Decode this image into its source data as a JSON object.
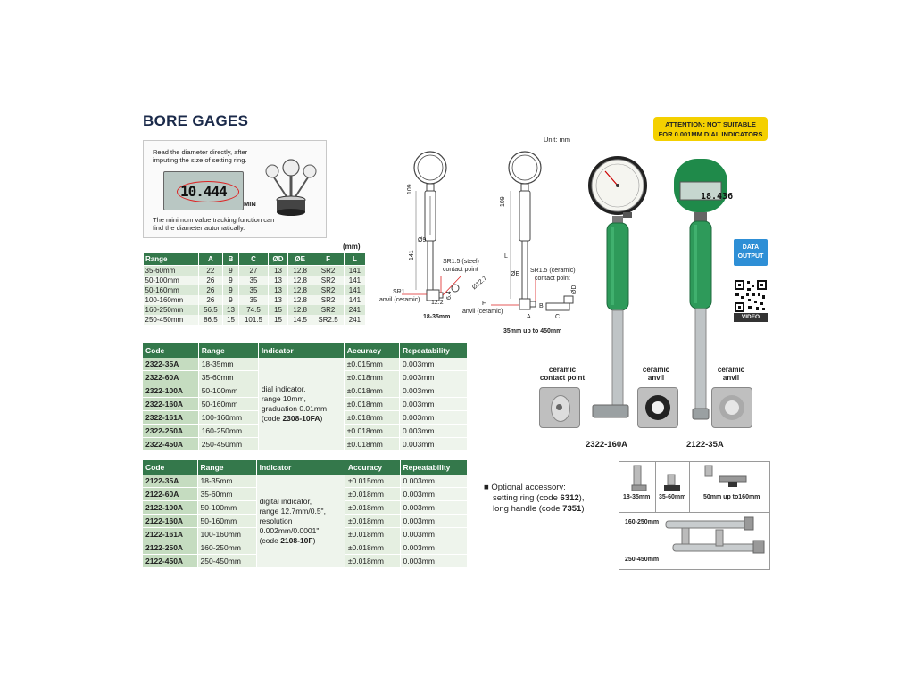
{
  "title": "BORE GAGES",
  "info": {
    "top_text": "Read the diameter directly, after imputing the size of setting ring.",
    "lcd_value": "10.444",
    "min_label": "MIN",
    "bottom_text": "The minimum value tracking function can find the diameter automatically."
  },
  "dim_unit": "(mm)",
  "dim_table": {
    "headers": [
      "Range",
      "A",
      "B",
      "C",
      "ØD",
      "ØE",
      "F",
      "L"
    ],
    "rows": [
      [
        "35-60mm",
        "22",
        "9",
        "27",
        "13",
        "12.8",
        "SR2",
        "141"
      ],
      [
        "50-100mm",
        "26",
        "9",
        "35",
        "13",
        "12.8",
        "SR2",
        "141"
      ],
      [
        "50-160mm",
        "26",
        "9",
        "35",
        "13",
        "12.8",
        "SR2",
        "141"
      ],
      [
        "100-160mm",
        "26",
        "9",
        "35",
        "13",
        "12.8",
        "SR2",
        "141"
      ],
      [
        "160-250mm",
        "56.5",
        "13",
        "74.5",
        "15",
        "12.8",
        "SR2",
        "241"
      ],
      [
        "250-450mm",
        "86.5",
        "15",
        "101.5",
        "15",
        "14.5",
        "SR2.5",
        "241"
      ]
    ]
  },
  "spec_headers": [
    "Code",
    "Range",
    "Indicator",
    "Accuracy",
    "Repeatability"
  ],
  "spec_dial": {
    "indicator_lines": [
      "dial indicator,",
      "range 10mm,",
      "graduation 0.01mm"
    ],
    "indicator_code_prefix": "(code ",
    "indicator_code": "2308-10FA",
    "indicator_code_suffix": ")",
    "rows": [
      [
        "2322-35A",
        "18-35mm",
        "±0.015mm",
        "0.003mm"
      ],
      [
        "2322-60A",
        "35-60mm",
        "±0.018mm",
        "0.003mm"
      ],
      [
        "2322-100A",
        "50-100mm",
        "±0.018mm",
        "0.003mm"
      ],
      [
        "2322-160A",
        "50-160mm",
        "±0.018mm",
        "0.003mm"
      ],
      [
        "2322-161A",
        "100-160mm",
        "±0.018mm",
        "0.003mm"
      ],
      [
        "2322-250A",
        "160-250mm",
        "±0.018mm",
        "0.003mm"
      ],
      [
        "2322-450A",
        "250-450mm",
        "±0.018mm",
        "0.003mm"
      ]
    ]
  },
  "spec_digital": {
    "indicator_lines": [
      "digital indicator,",
      "range 12.7mm/0.5\",",
      "resolution",
      "0.002mm/0.0001\""
    ],
    "indicator_code_prefix": "(code ",
    "indicator_code": "2108-10F",
    "indicator_code_suffix": ")",
    "rows": [
      [
        "2122-35A",
        "18-35mm",
        "±0.015mm",
        "0.003mm"
      ],
      [
        "2122-60A",
        "35-60mm",
        "±0.018mm",
        "0.003mm"
      ],
      [
        "2122-100A",
        "50-100mm",
        "±0.018mm",
        "0.003mm"
      ],
      [
        "2122-160A",
        "50-160mm",
        "±0.018mm",
        "0.003mm"
      ],
      [
        "2122-161A",
        "100-160mm",
        "±0.018mm",
        "0.003mm"
      ],
      [
        "2122-250A",
        "160-250mm",
        "±0.018mm",
        "0.003mm"
      ],
      [
        "2122-450A",
        "250-450mm",
        "±0.018mm",
        "0.003mm"
      ]
    ]
  },
  "attention": [
    "ATTENTION: NOT SUITABLE",
    "FOR 0.001MM DIAL INDICATORS"
  ],
  "unit_text": "Unit: mm",
  "drawing1": {
    "dim_109": "109",
    "dim_141": "141",
    "dia_9": "Ø9",
    "sr15_line1": "SR1.5 (steel)",
    "sr15_line2": "contact point",
    "sr1_line1": "SR1",
    "sr1_line2": "anvil (ceramic)",
    "dia_127": "Ø12.7",
    "dim_122": "12.2",
    "dim_64": "6.4",
    "caption": "18-35mm"
  },
  "drawing2": {
    "dim_109": "109",
    "dim_L": "L",
    "dia_E": "ØE",
    "sr15_line1": "SR1.5 (ceramic)",
    "sr15_line2": "contact point",
    "f_label": "F",
    "f_line2": "anvil (ceramic)",
    "a_label": "A",
    "b_label": "B",
    "c_label": "C",
    "d_label": "ØD",
    "caption": "35mm up to 450mm"
  },
  "data_output": [
    "DATA",
    "OUTPUT"
  ],
  "video_label": "VIDEO",
  "lcd_digital": "18.436",
  "ceramic_labels": {
    "contact_point": [
      "ceramic",
      "contact point"
    ],
    "anvil1": [
      "ceramic",
      "anvil"
    ],
    "anvil2": [
      "ceramic",
      "anvil"
    ]
  },
  "product_labels": [
    "2322-160A",
    "2122-35A"
  ],
  "optional": {
    "line1": "Optional accessory:",
    "line2_prefix": "setting ring (code ",
    "line2_code": "6312",
    "line2_suffix": "),",
    "line3_prefix": "long handle (code ",
    "line3_code": "7351",
    "line3_suffix": ")"
  },
  "acc_labels": [
    "18-35mm",
    "35-60mm",
    "50mm up to160mm",
    "160-250mm",
    "250-450mm"
  ],
  "colors": {
    "header_green": "#34784b",
    "handle_green": "#2e9a5a",
    "attention_yellow": "#f4d000",
    "data_blue": "#2e8fd6"
  }
}
